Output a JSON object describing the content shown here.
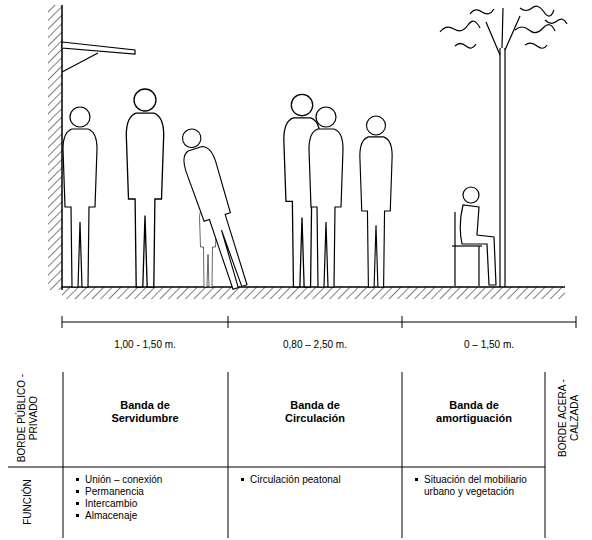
{
  "diagram": {
    "labels": [
      "1,00 - 1,50 m.",
      "0,80 – 2,50 m.",
      "0 – 1,50 m.",
      "BORDE PÚBLICO - PRIVADO",
      "Banda de Servidumbre",
      "Banda de Circulación",
      "Banda de amortiguación",
      "BORDE ACERA - CALZADA",
      "FUNCIÓN",
      "Unión – conexión",
      "Permanencia",
      "Intercambio",
      "Almacenaje",
      "Circulación peatonal",
      "Situación del mobiliario urbano y vegetación"
    ]
  }
}
